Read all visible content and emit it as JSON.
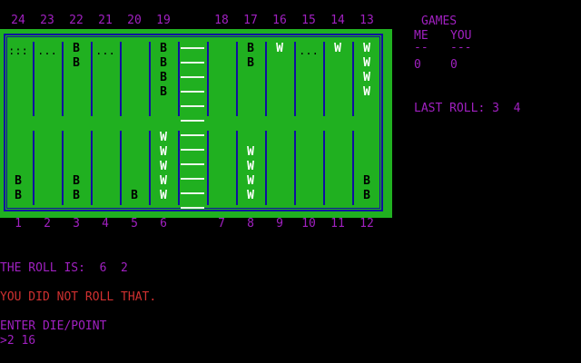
{
  "colors": {
    "text_purple": "#a020c0",
    "text_red": "#d03030",
    "board_green": "#20b020",
    "board_border_blue": "#1010a0",
    "background": "#000000"
  },
  "top_point_labels": [
    "24",
    "23",
    "22",
    "21",
    "20",
    "19",
    "18",
    "17",
    "16",
    "15",
    "14",
    "13"
  ],
  "bottom_point_labels": [
    "1",
    "2",
    "3",
    "4",
    "5",
    "6",
    "7",
    "8",
    "9",
    "10",
    "11",
    "12"
  ],
  "board": {
    "top_points": [
      {
        "point": "24",
        "dots": ":::",
        "checkers": []
      },
      {
        "point": "23",
        "dots": "...",
        "checkers": []
      },
      {
        "point": "22",
        "dots": "",
        "checkers": [
          "B",
          "B"
        ]
      },
      {
        "point": "21",
        "dots": "...",
        "checkers": []
      },
      {
        "point": "20",
        "dots": "",
        "checkers": []
      },
      {
        "point": "19",
        "dots": "",
        "checkers": [
          "B",
          "B",
          "B",
          "B"
        ]
      },
      {
        "point": "18",
        "dots": "",
        "checkers": []
      },
      {
        "point": "17",
        "dots": "",
        "checkers": [
          "B",
          "B"
        ]
      },
      {
        "point": "16",
        "dots": "",
        "checkers": [
          "W"
        ]
      },
      {
        "point": "15",
        "dots": "...",
        "checkers": []
      },
      {
        "point": "14",
        "dots": "",
        "checkers": [
          "W"
        ]
      },
      {
        "point": "13",
        "dots": "",
        "checkers": [
          "W",
          "W",
          "W",
          "W"
        ]
      }
    ],
    "bottom_points": [
      {
        "point": "1",
        "dots": "",
        "checkers": [
          "B",
          "B"
        ]
      },
      {
        "point": "2",
        "dots": "",
        "checkers": []
      },
      {
        "point": "3",
        "dots": "",
        "checkers": [
          "B",
          "B"
        ]
      },
      {
        "point": "4",
        "dots": "",
        "checkers": []
      },
      {
        "point": "5",
        "dots": "",
        "checkers": [
          "B"
        ]
      },
      {
        "point": "6",
        "dots": "",
        "checkers": [
          "W",
          "W",
          "W",
          "W",
          "W"
        ]
      },
      {
        "point": "7",
        "dots": "",
        "checkers": []
      },
      {
        "point": "8",
        "dots": "",
        "checkers": [
          "W",
          "W",
          "W",
          "W"
        ]
      },
      {
        "point": "9",
        "dots": "",
        "checkers": []
      },
      {
        "point": "10",
        "dots": "",
        "checkers": []
      },
      {
        "point": "11",
        "dots": "",
        "checkers": []
      },
      {
        "point": "12",
        "dots": "",
        "checkers": [
          "B",
          "B"
        ]
      }
    ]
  },
  "games": {
    "title": "GAMES",
    "me_label": "ME",
    "you_label": "YOU",
    "me_underline": "--",
    "you_underline": "---",
    "me_score": "0",
    "you_score": "0"
  },
  "last_roll": "LAST ROLL: 3  4",
  "roll_is": "THE ROLL IS:  6  2",
  "error_message": "YOU DID NOT ROLL THAT.",
  "prompt": "ENTER DIE/POINT",
  "input_value": ">2 16"
}
